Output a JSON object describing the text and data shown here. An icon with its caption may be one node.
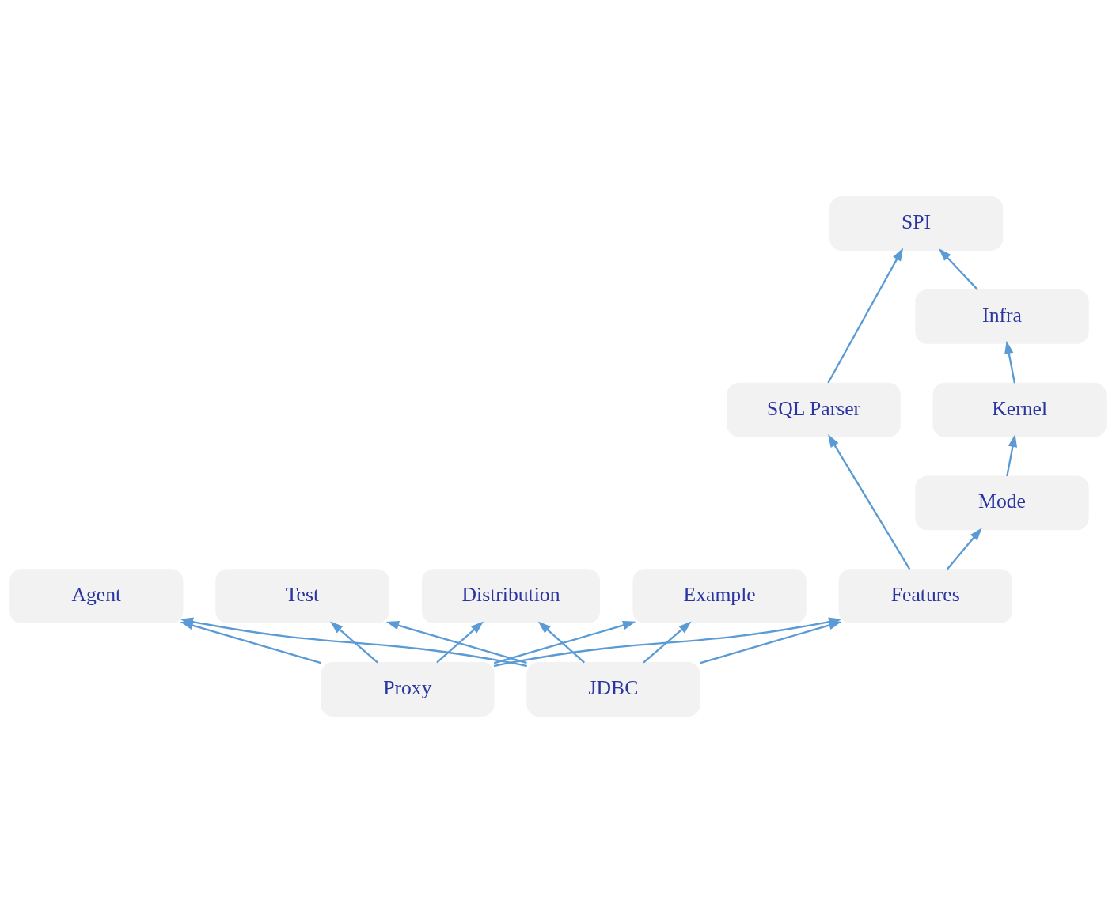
{
  "diagram": {
    "nodes": [
      {
        "text": [
          "SPI"
        ]
      },
      {
        "text": [
          "SQL Parser"
        ]
      },
      {
        "text": [
          "Infra"
        ]
      },
      {
        "text": [
          "Agent"
        ]
      },
      {
        "text": [
          "Kernel"
        ]
      },
      {
        "text": [
          "Test"
        ]
      },
      {
        "text": [
          "Mode"
        ]
      },
      {
        "text": [
          "Distribution"
        ]
      },
      {
        "text": [
          "Features"
        ]
      },
      {
        "text": [
          "Example"
        ]
      },
      {
        "text": [
          "Proxy"
        ]
      },
      {
        "text": [
          "JDBC"
        ]
      }
    ],
    "edges": [
      {
        "from": 1,
        "to": 0,
        "arrow": "to"
      },
      {
        "from": 2,
        "to": 0,
        "arrow": "to"
      },
      {
        "from": 4,
        "to": 2,
        "arrow": "to"
      },
      {
        "from": 6,
        "to": 4,
        "arrow": "to"
      },
      {
        "from": 8,
        "to": 1,
        "arrow": "to"
      },
      {
        "from": 8,
        "to": 6,
        "arrow": "to"
      },
      {
        "from": 10,
        "to": 8,
        "arrow": "to"
      },
      {
        "from": 11,
        "to": 8,
        "arrow": "to"
      },
      {
        "from": 11,
        "to": 3,
        "arrow": "to"
      },
      {
        "from": 11,
        "to": 5,
        "arrow": "to"
      },
      {
        "from": 11,
        "to": 7,
        "arrow": "to"
      },
      {
        "from": 11,
        "to": 9,
        "arrow": "to"
      },
      {
        "from": 10,
        "to": 3,
        "arrow": "to"
      },
      {
        "from": 10,
        "to": 5,
        "arrow": "to"
      },
      {
        "from": 10,
        "to": 7,
        "arrow": "to"
      },
      {
        "from": 10,
        "to": 9,
        "arrow": "to"
      }
    ]
  }
}
